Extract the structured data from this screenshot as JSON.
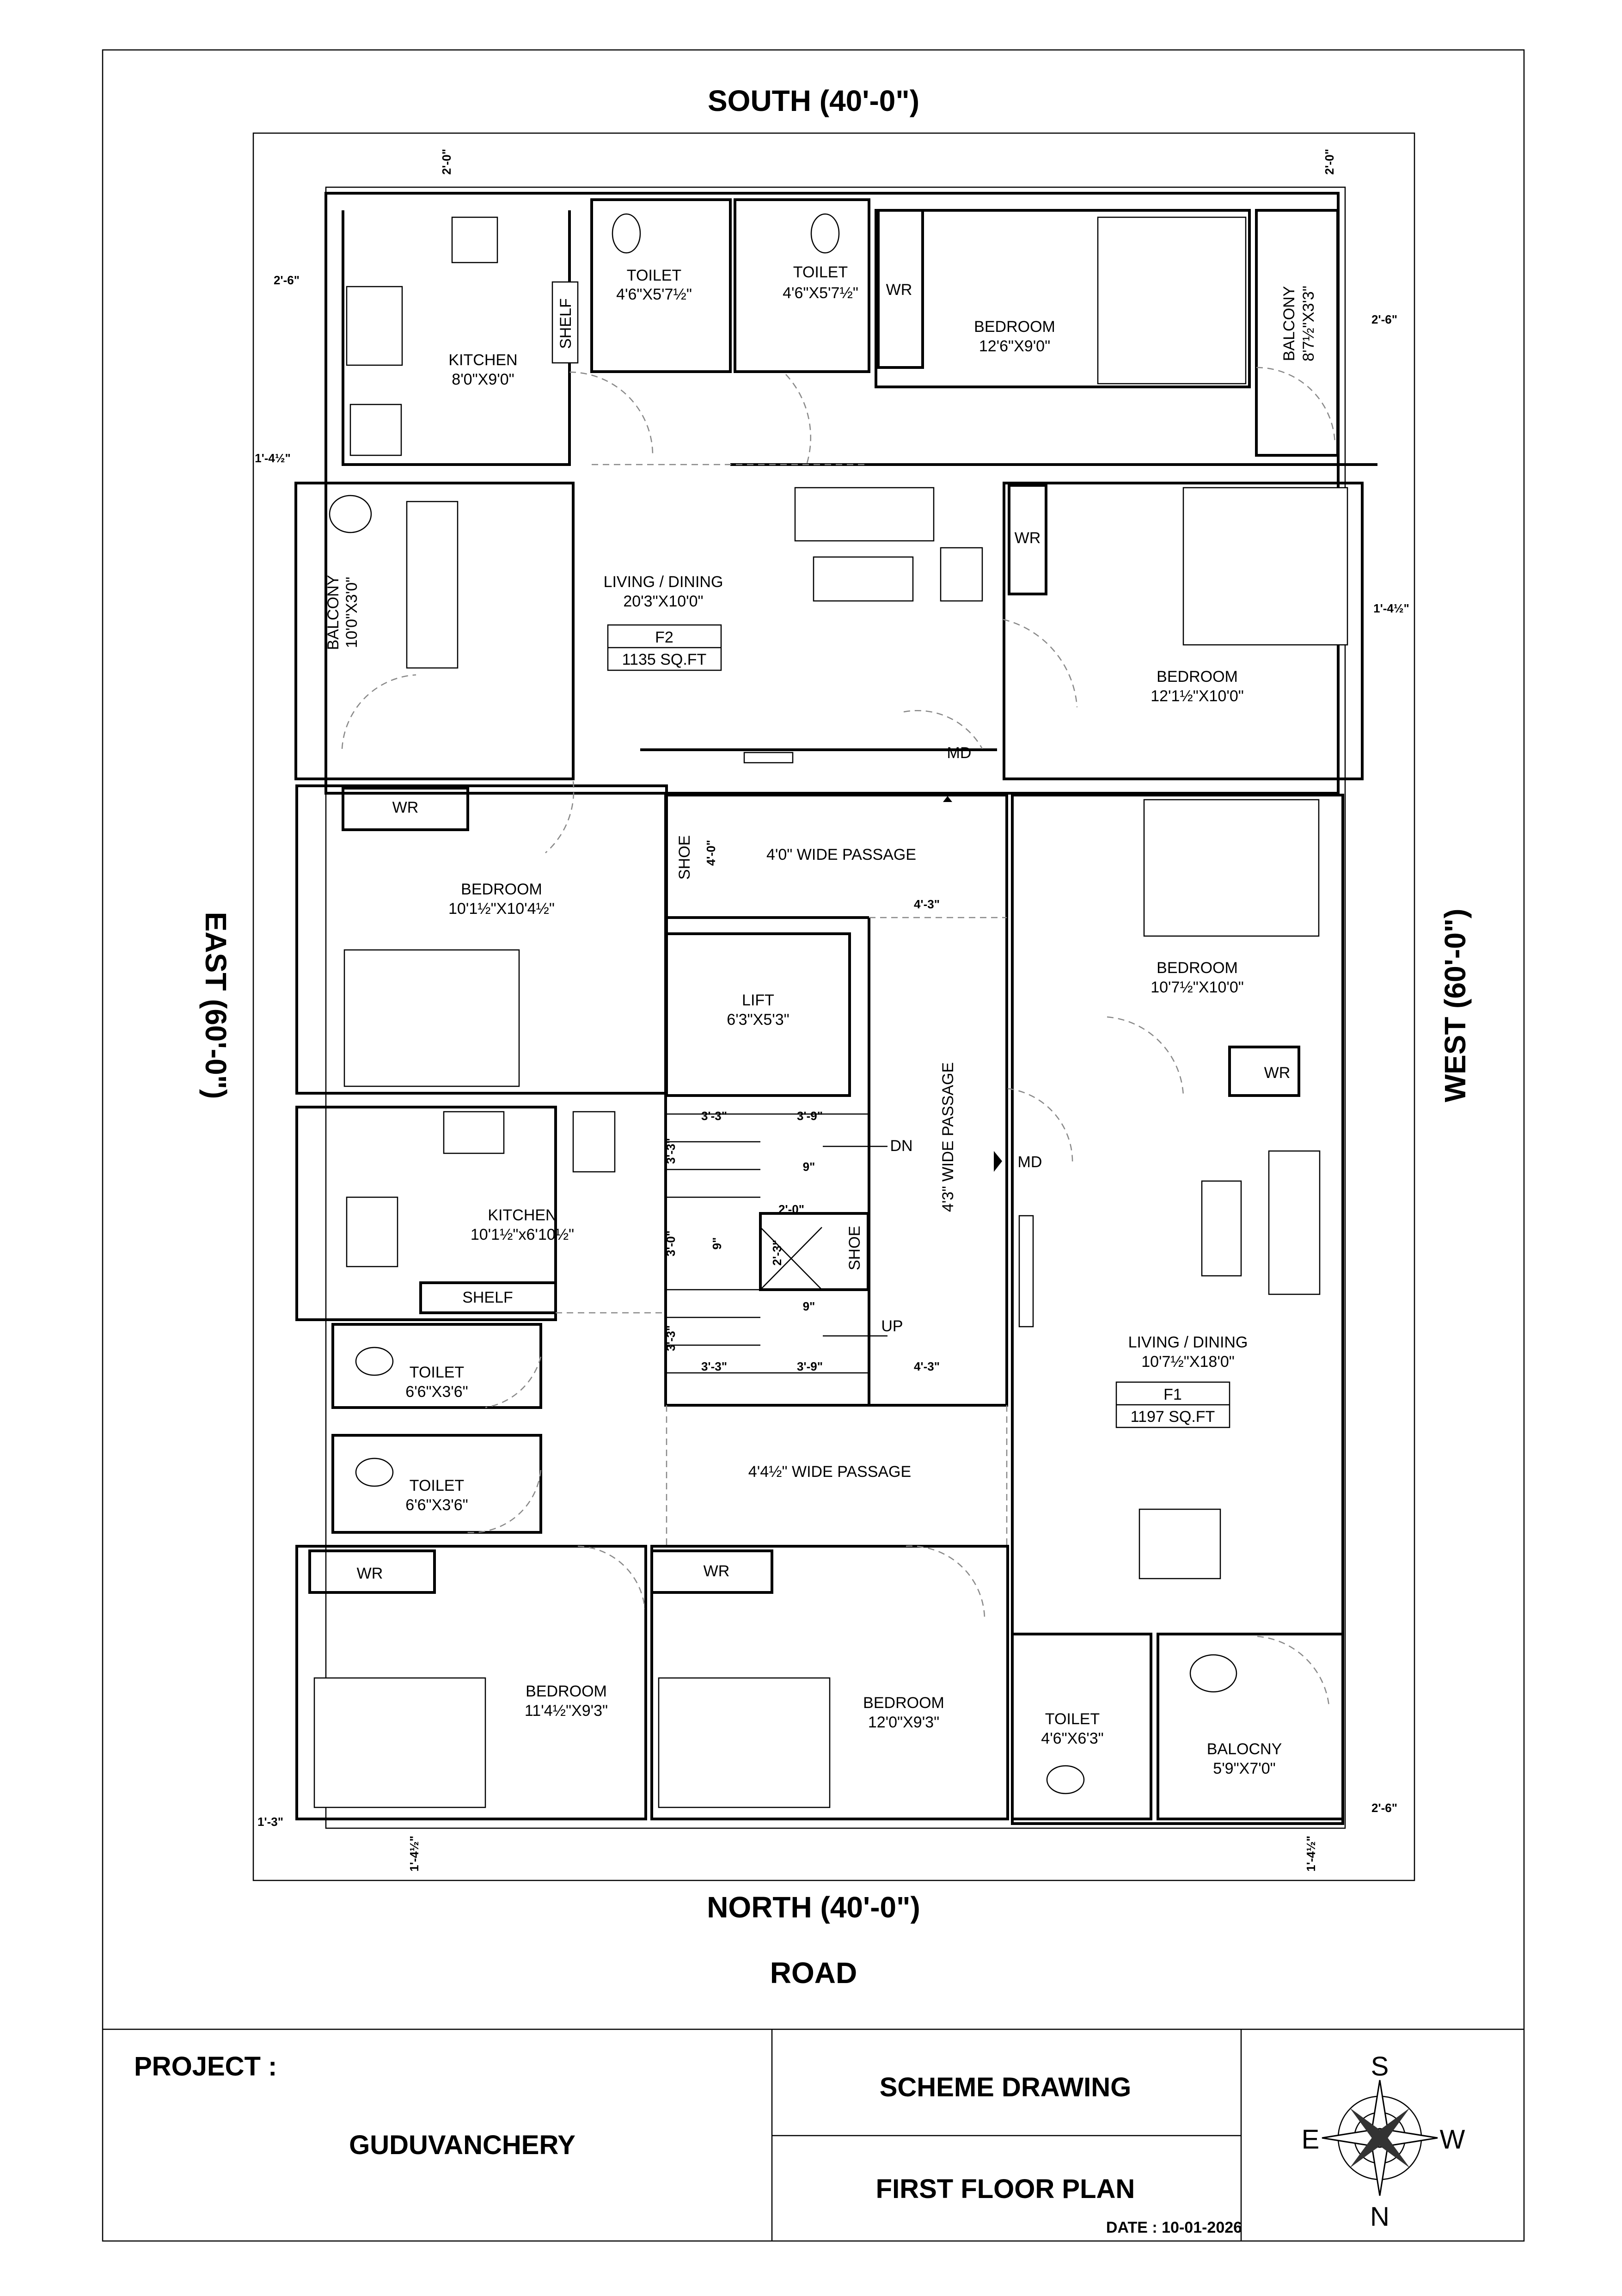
{
  "sides": {
    "south": "SOUTH (40'-0\")",
    "north": "NORTH (40'-0\")",
    "east": "EAST (60'-0\")",
    "west": "WEST (60'-0\")",
    "road": "ROAD"
  },
  "rooms": {
    "kitchen_top": {
      "name": "KITCHEN",
      "size": "8'0\"X9'0\""
    },
    "shelf_top": "SHELF",
    "toilet_top1": {
      "name": "TOILET",
      "size": "4'6\"X5'7½\""
    },
    "toilet_top2": {
      "name": "TOILET",
      "size": "4'6\"X5'7½\""
    },
    "wr_top": "WR",
    "bedroom_top": {
      "name": "BEDROOM",
      "size": "12'6\"X9'0\""
    },
    "balcony_top": {
      "name": "BALCONY",
      "size": "8'7½\"X3'3\""
    },
    "balcony_left": {
      "name": "BALCONY",
      "size": "10'0\"X3'0\""
    },
    "living_f2": {
      "name": "LIVING / DINING",
      "size": "20'3\"X10'0\""
    },
    "f2": {
      "unit": "F2",
      "area": "1135 SQ.FT"
    },
    "wr_right_top": "WR",
    "bedroom_right_top": {
      "name": "BEDROOM",
      "size": "12'1½\"X10'0\""
    },
    "md_top": "MD",
    "wr_left_mid": "WR",
    "bedroom_left_mid": {
      "name": "BEDROOM",
      "size": "10'1½\"X10'4½\""
    },
    "shoe_top": "SHOE",
    "passage_top": "4'0\" WIDE PASSAGE",
    "lift": {
      "name": "LIFT",
      "size": "6'3\"X5'3\""
    },
    "bedroom_right_mid": {
      "name": "BEDROOM",
      "size": "10'7½\"X10'0\""
    },
    "wr_right_mid": "WR",
    "passage_vertical": "4'3\" WIDE PASSAGE",
    "dn": "DN",
    "up": "UP",
    "md_mid": "MD",
    "shoe_mid": "SHOE",
    "kitchen_left": {
      "name": "KITCHEN",
      "size": "10'1½\"x6'10½\""
    },
    "shelf_left": "SHELF",
    "toilet_left1": {
      "name": "TOILET",
      "size": "6'6\"X3'6\""
    },
    "toilet_left2": {
      "name": "TOILET",
      "size": "6'6\"X3'6\""
    },
    "living_f1": {
      "name": "LIVING / DINING",
      "size": "10'7½\"X18'0\""
    },
    "f1": {
      "unit": "F1",
      "area": "1197 SQ.FT"
    },
    "passage_bottom": "4'4½\" WIDE PASSAGE",
    "wr_bl": "WR",
    "bedroom_bl": {
      "name": "BEDROOM",
      "size": "11'4½\"X9'3\""
    },
    "wr_bm": "WR",
    "bedroom_bm": {
      "name": "BEDROOM",
      "size": "12'0\"X9'3\""
    },
    "toilet_br": {
      "name": "TOILET",
      "size": "4'6\"X6'3\""
    },
    "balcony_br": {
      "name": "BALOCNY",
      "size": "5'9\"X7'0\""
    }
  },
  "dims": {
    "d_top_l": "2'-0\"",
    "d_top_r": "2'-0\"",
    "d_left1": "2'-6\"",
    "d_right1": "2'-6\"",
    "d_left2": "1'-4½\"",
    "d_right2": "1'-4½\"",
    "d_shoe": "4'-0\"",
    "d_pass1": "4'-3\"",
    "s1": "3'-3\"",
    "s2": "3'-9\"",
    "s3": "3'-3\"",
    "s4": "9\"",
    "s5": "2'-0\"",
    "s6": "3'-0\"",
    "s7": "9\"",
    "s8": "2'-3\"",
    "s9": "9\"",
    "s10": "3'-3\"",
    "s11": "3'-3\"",
    "s12": "3'-9\"",
    "s13": "4'-3\"",
    "d_bot_l": "1'-3\"",
    "d_bot_r": "2'-6\"",
    "d_bot_m1": "1'-4½\"",
    "d_bot_m2": "1'-4½\""
  },
  "title_block": {
    "project_label": "PROJECT :",
    "project_name": "GUDUVANCHERY",
    "drawing_type": "SCHEME DRAWING",
    "drawing_name": "FIRST FLOOR PLAN",
    "date": "DATE : 10-01-2026",
    "compass": {
      "n": "N",
      "s": "S",
      "e": "E",
      "w": "W"
    }
  }
}
